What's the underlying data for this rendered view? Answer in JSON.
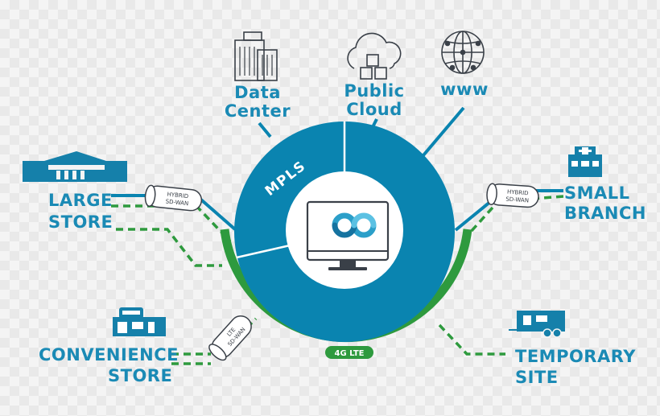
{
  "top_labels": {
    "data_center": [
      "Data",
      "Center"
    ],
    "public_cloud": [
      "Public",
      "Cloud"
    ],
    "www": "www"
  },
  "sites": {
    "large_store": [
      "LARGE",
      "STORE"
    ],
    "small_branch": [
      "SMALL",
      "BRANCH"
    ],
    "convenience_store": [
      "CONVENIENCE",
      "STORE"
    ],
    "temporary_site": [
      "TEMPORARY",
      "SITE"
    ]
  },
  "ring": {
    "mpls_label": "MPLS",
    "lte_label": "4G LTE"
  },
  "devices": {
    "hybrid_left": [
      "HYBRID",
      "SD-WAN"
    ],
    "hybrid_right": [
      "HYBRID",
      "SD-WAN"
    ],
    "lte": [
      "LTE",
      "SD-WAN"
    ]
  },
  "colors": {
    "blue": "#0a84b0",
    "label_blue": "#1a8ab5",
    "green": "#2e9a3e",
    "icon_dark": "#3a4048"
  },
  "icons": [
    "building-icon",
    "cloud-icon",
    "globe-icon",
    "store-icon",
    "clinic-icon",
    "shop-icon",
    "trailer-icon",
    "cloud-monitor-icon"
  ]
}
